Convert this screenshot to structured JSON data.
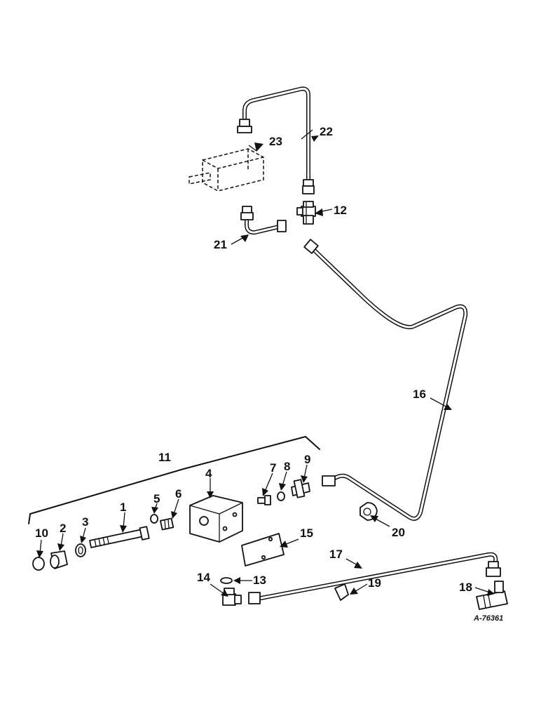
{
  "drawing_ref": "A-76361",
  "callouts": {
    "c1": "1",
    "c2": "2",
    "c3": "3",
    "c4": "4",
    "c5": "5",
    "c6": "6",
    "c7": "7",
    "c8": "8",
    "c9": "9",
    "c10": "10",
    "c11": "11",
    "c12": "12",
    "c13": "13",
    "c14": "14",
    "c15": "15",
    "c16": "16",
    "c17": "17",
    "c18": "18",
    "c19": "19",
    "c20": "20",
    "c21": "21",
    "c22": "22",
    "c23": "23"
  }
}
